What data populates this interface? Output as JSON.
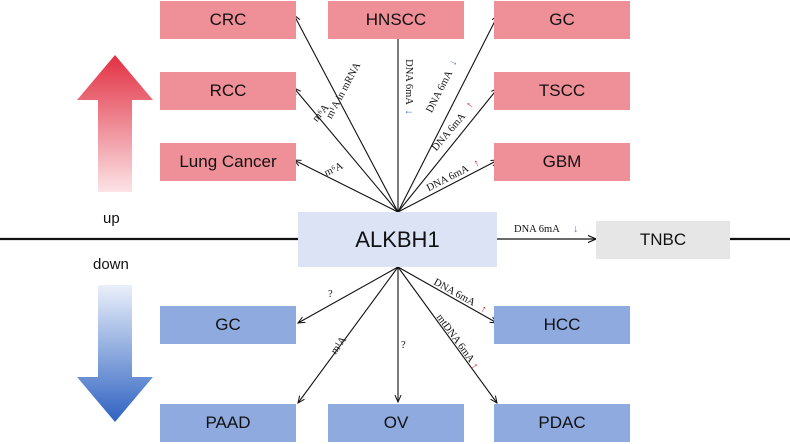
{
  "center": "ALKBH1",
  "up_label": "up",
  "down_label": "down",
  "up_targets": {
    "crc": "CRC",
    "hnscc": "HNSCC",
    "gc": "GC",
    "rcc": "RCC",
    "tscc": "TSCC",
    "lung_cancer": "Lung Cancer",
    "gbm": "GBM"
  },
  "down_targets": {
    "gc": "GC",
    "hcc": "HCC",
    "paad": "PAAD",
    "ov": "OV",
    "pdac": "PDAC"
  },
  "side_target": "TNBC",
  "edge_labels": {
    "crc": "m¹A in mRNA",
    "hnscc": "DNA 6mA",
    "gc_up": "DNA 6mA",
    "rcc": "m⁶A",
    "tscc": "DNA 6mA",
    "lung_cancer": "m⁶A",
    "gbm": "DNA 6mA",
    "tnbc": "DNA 6mA",
    "gc_down": "?",
    "hcc": "DNA 6mA",
    "paad": "m¹A",
    "ov": "?",
    "pdac": "mtDNA 6mA"
  },
  "colors": {
    "up_box": "#ef8f98",
    "down_box": "#8eaadf",
    "center_box": "#dbe3f5",
    "side_box": "#e6e6e6",
    "increase_arrow": "#e0202a",
    "decrease_arrow": "#4a78d0"
  }
}
